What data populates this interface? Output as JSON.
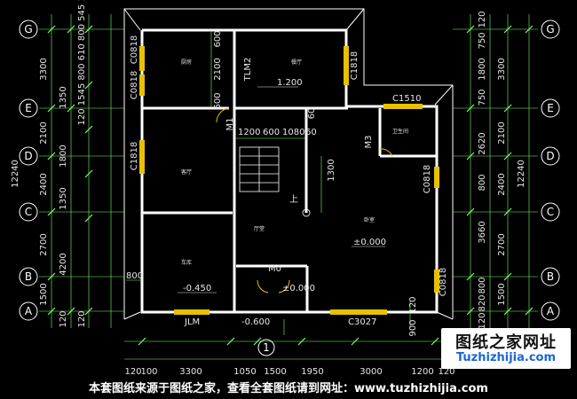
{
  "axes": {
    "left": [
      "G",
      "E",
      "D",
      "C",
      "B",
      "A"
    ],
    "right": [
      "G",
      "E",
      "D",
      "C",
      "B",
      "A"
    ],
    "bottom": [
      "1"
    ]
  },
  "dims": {
    "left_outer": [
      "3300",
      "2100",
      "2400",
      "2700",
      "1500"
    ],
    "left_total": "12240",
    "left_mid": [
      "1350",
      "1800",
      "1350",
      "4200"
    ],
    "left_top_chain": "120 1545 800 610 800 545 120",
    "left_edge": [
      "120",
      "120"
    ],
    "right_inner": [
      "120",
      "750",
      "1800",
      "750",
      "2620",
      "800",
      "3660",
      "800",
      "820",
      "120"
    ],
    "right_outer": [
      "3300",
      "2100",
      "2400",
      "2700",
      "1500"
    ],
    "right_total": "12240",
    "bottom_chain": [
      "120",
      "3300",
      "1050",
      "1500",
      "1950",
      "3000",
      "1200",
      "120"
    ],
    "bottom_left": "100",
    "interior_top": [
      "1200",
      "600",
      "1080",
      "60"
    ],
    "interior_60": "60",
    "v_600a": "600",
    "v_2100": "2100",
    "v_600b": "600",
    "v_1300": "1300",
    "v_800": "800",
    "v_120": "120",
    "v_900": "900"
  },
  "labels": {
    "C0818_left": "C0818",
    "C0818_left2": "C0818",
    "C1818_left": "C1818",
    "TLM2": "TLM2",
    "C1818_right": "C1818",
    "C1510": "C1510",
    "M1": "M1",
    "M3": "M3",
    "C0818_right": "C0818",
    "C0818_right2": "C0818",
    "M0": "M0",
    "JLM": "JLM",
    "C3027": "C3027",
    "up": "上"
  },
  "elevations": {
    "top": "1.200",
    "main": "±0.000",
    "entrance": "±0.000",
    "bottom_left": "-0.450",
    "outside": "-0.600"
  },
  "rooms": {
    "r1": "厨房",
    "r2": "餐厅",
    "r3": "卫生间",
    "r4": "客厅",
    "r5": "车库",
    "r6": "卧室",
    "r7": "厅堂"
  },
  "watermark": {
    "title": "图纸之家网址",
    "url": "Tuzhizhijia.com"
  },
  "footer": "本套图纸来源于图纸之家，查看全套图纸请到网址：www.tuzhizhijia.com",
  "colors": {
    "background": "#000000",
    "wall": "#ffffff",
    "dimension": "#7cff6a",
    "window": "#e6c100",
    "axis_circle": "#ffffff",
    "door": "#e6c100",
    "watermark_url": "#1a66d6"
  }
}
